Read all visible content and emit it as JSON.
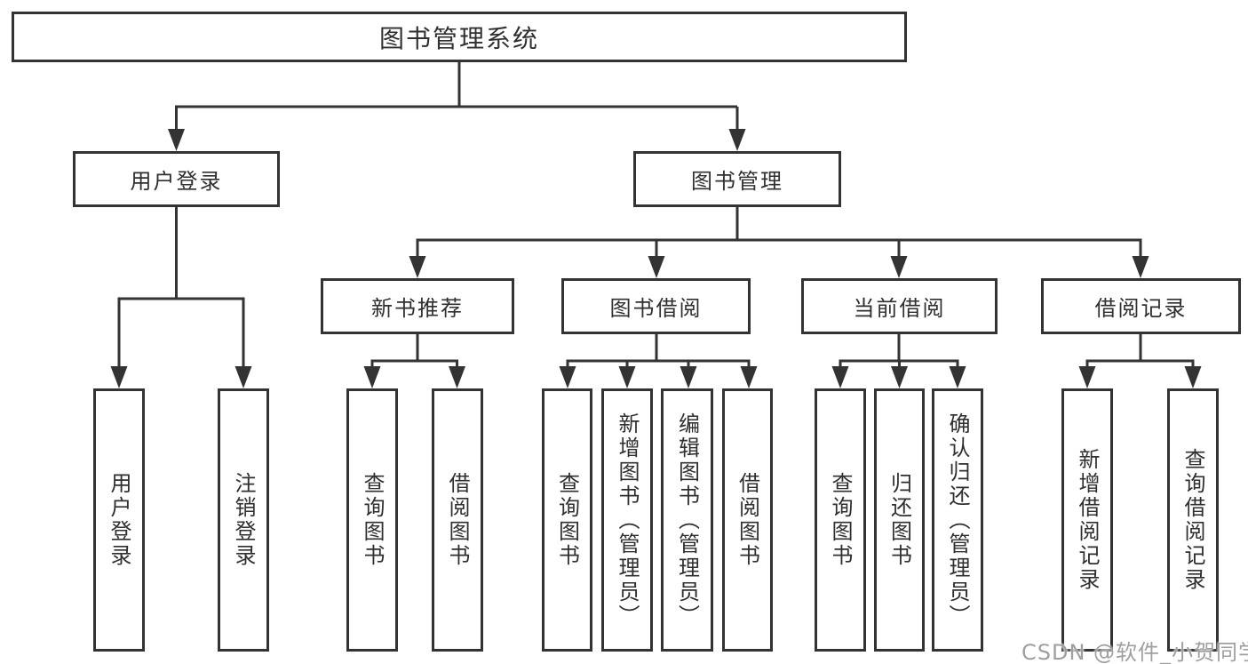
{
  "diagram": {
    "nodes": {
      "root": "图书管理系统",
      "user_login": "用户登录",
      "book_management": "图书管理",
      "new_book_recommend": "新书推荐",
      "book_borrow": "图书借阅",
      "current_borrow": "当前借阅",
      "borrow_records": "借阅记录",
      "leaf_user_login": "用户登录",
      "leaf_logout": "注销登录",
      "leaf_nbr_query_books": "查询图书",
      "leaf_nbr_borrow_books": "借阅图书",
      "leaf_bb_query_books": "查询图书",
      "leaf_bb_add_books": "新增图书（管理员）",
      "leaf_bb_edit_books": "编辑图书（管理员）",
      "leaf_bb_borrow_books": "借阅图书",
      "leaf_cb_query_books": "查询图书",
      "leaf_cb_return_books": "归还图书",
      "leaf_cb_confirm_return": "确认归还（管理员）",
      "leaf_br_add_record": "新增借阅记录",
      "leaf_br_query_record": "查询借阅记录"
    },
    "colors": {
      "line": "#333333",
      "box_background": "#ffffff",
      "text": "#2f2f2f",
      "watermark": "#9f9f9f"
    }
  },
  "watermark": "CSDN @软件_小贺同学"
}
